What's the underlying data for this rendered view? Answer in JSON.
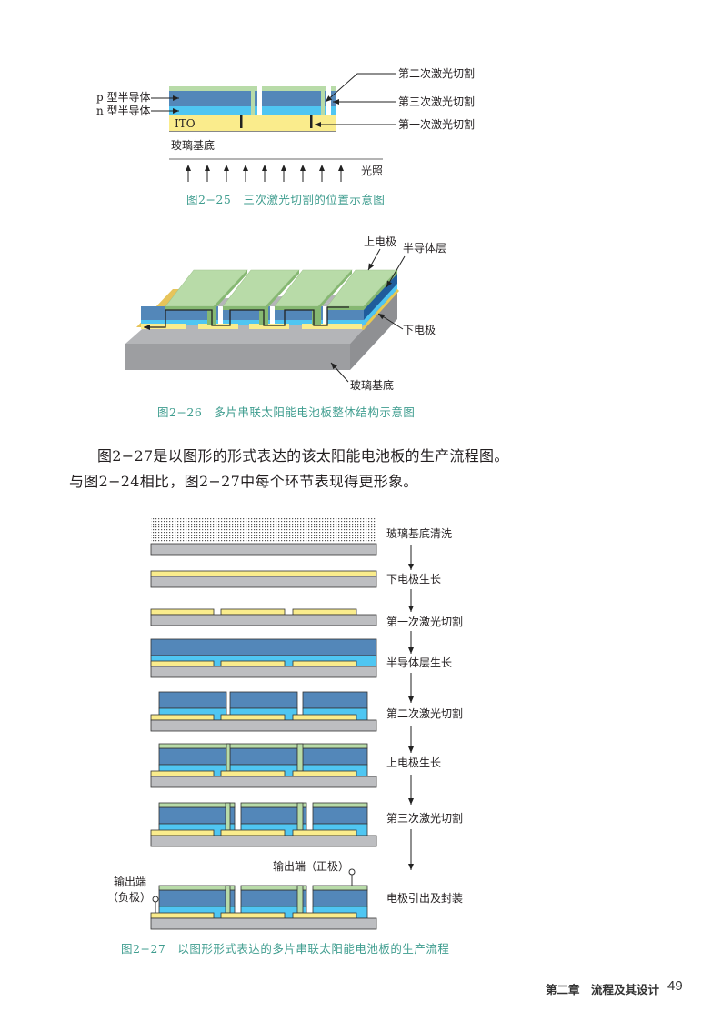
{
  "colors": {
    "dark_blue": "#5387b9",
    "light_blue": "#4fc6f2",
    "yellow": "#faec8c",
    "gray": "#bdbec1",
    "green": "#b8dba8",
    "green_dark": "#86b872",
    "caption": "#3f9d8f"
  },
  "fig25": {
    "label_p": "p 型半导体",
    "label_n": "n 型半导体",
    "label_ito": "ITO",
    "label_glass": "玻璃基底",
    "label_light": "光照",
    "cut2": "第二次激光切割",
    "cut3": "第三次激光切割",
    "cut1": "第一次激光切割",
    "caption": "图2−25　三次激光切割的位置示意图"
  },
  "fig26": {
    "label_top": "上电极",
    "label_semi": "半导体层",
    "label_bottom": "下电极",
    "label_glass": "玻璃基底",
    "caption": "图2−26　多片串联太阳能电池板整体结构示意图"
  },
  "paragraph": {
    "line1": "图2−27是以图形的形式表达的该太阳能电池板的生产流程图。",
    "line2": "与图2−24相比，图2−27中每个环节表现得更形象。"
  },
  "fig27": {
    "steps": [
      "玻璃基底清洗",
      "下电极生长",
      "第一次激光切割",
      "半导体层生长",
      "第二次激光切割",
      "上电极生长",
      "第三次激光切割",
      "电极引出及封装"
    ],
    "out_neg_1": "输出端",
    "out_neg_2": "（负极）",
    "out_pos": "输出端（正极）",
    "caption": "图2−27　以图形形式表达的多片串联太阳能电池板的生产流程"
  },
  "footer": {
    "chapter": "第二章　流程及其设计",
    "page": "49"
  }
}
